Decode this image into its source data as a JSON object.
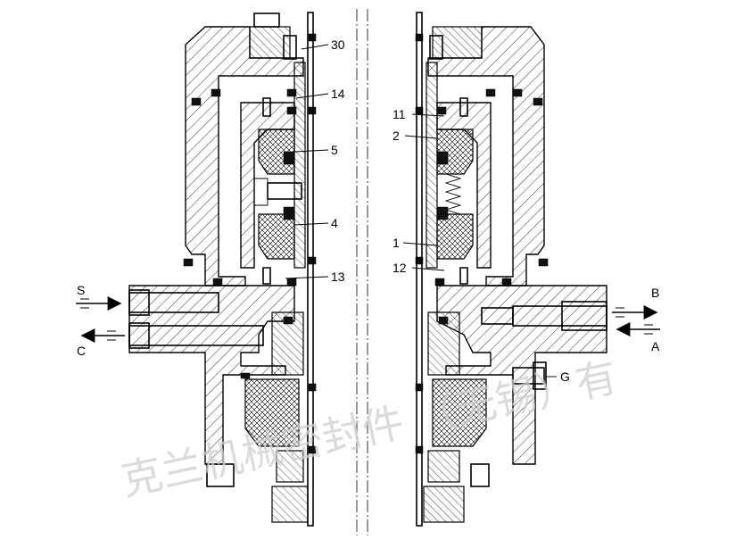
{
  "labels": {
    "l30": "30",
    "l14": "14",
    "l5": "5",
    "l4": "4",
    "l13": "13",
    "l11": "11",
    "l2": "2",
    "l1": "1",
    "l12": "12",
    "lS": "S",
    "lC": "C",
    "lB": "B",
    "lA": "A",
    "lG": "G"
  },
  "watermark": {
    "text": "克兰机械密封件 （无锡）有"
  },
  "colors": {
    "line": "#000000",
    "watermark": "#cfcfcf",
    "background": "#ffffff"
  }
}
